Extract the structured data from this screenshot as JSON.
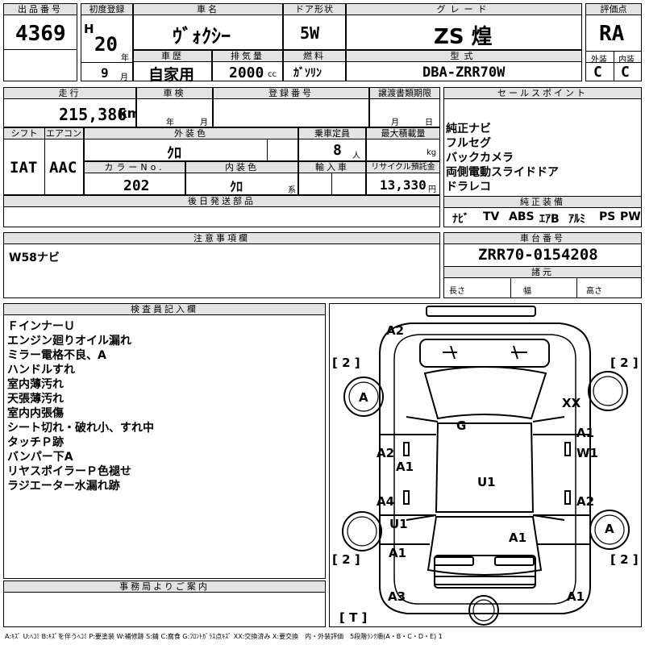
{
  "lot": {
    "label": "出品番号",
    "value": "4369"
  },
  "first_reg": {
    "label": "初度登録",
    "era": "H",
    "year": "20",
    "year_unit": "年",
    "month": "9",
    "month_unit": "月"
  },
  "car_name": {
    "label": "車名",
    "value": "ｳﾞｫｸｼｰ"
  },
  "door": {
    "label": "ドア形状",
    "value": "5W"
  },
  "grade": {
    "label": "グレード",
    "value": "ZS 煌"
  },
  "rating": {
    "label": "評価点",
    "value": "RA",
    "ext_label": "外装",
    "int_label": "内装",
    "ext": "C",
    "int": "C"
  },
  "history": {
    "label": "車歴",
    "value": "自家用"
  },
  "displacement": {
    "label": "排気量",
    "value": "2000",
    "unit": "cc"
  },
  "fuel": {
    "label": "燃料",
    "value": "ｶﾞｿﾘﾝ"
  },
  "model": {
    "label": "型式",
    "value": "DBA-ZRR70W"
  },
  "mileage": {
    "label": "走行",
    "value": "215,386",
    "unit": "km"
  },
  "inspection": {
    "label": "車検",
    "year_unit": "年",
    "month_unit": "月"
  },
  "reg_no": {
    "label": "登録番号"
  },
  "transfer": {
    "label": "譲渡書類期限",
    "month_unit": "月",
    "day_unit": "日"
  },
  "shift": {
    "label": "シフト",
    "value": "IAT"
  },
  "ac": {
    "label": "エアコン",
    "value": "AAC"
  },
  "ext_color": {
    "label": "外装色",
    "value": "ｸﾛ"
  },
  "capacity": {
    "label": "乗車定員",
    "value": "8",
    "unit": "人"
  },
  "max_load": {
    "label": "最大積載量",
    "unit": "kg"
  },
  "color_no": {
    "label": "カラーNo.",
    "value": "202"
  },
  "int_color": {
    "label": "内装色",
    "value": "ｸﾛ",
    "suffix": "系"
  },
  "import": {
    "label": "輸入車"
  },
  "recycle": {
    "label": "リサイクル預託金",
    "value": "13,330",
    "unit": "円"
  },
  "post_parts": {
    "label": "後日発送部品"
  },
  "sales": {
    "label": "セールスポイント",
    "items": [
      "純正ナビ",
      "フルセグ",
      "バックカメラ",
      "両側電動スライドドア",
      "ドラレコ"
    ]
  },
  "equip": {
    "label": "純正装備",
    "items": [
      "ﾅﾋﾞ",
      "TV",
      "ABS",
      "ｴｱB",
      "ｱﾙﾐ",
      "PS",
      "PW"
    ]
  },
  "notes": {
    "label": "注意事項欄",
    "text": "W58ナビ"
  },
  "chassis": {
    "label": "車台番号",
    "value": "ZRR70-0154208",
    "spec_label": "諸元",
    "length": "長さ",
    "width": "幅",
    "height": "高さ"
  },
  "inspector": {
    "label": "検査員記入欄",
    "lines": [
      "ＦインナーＵ",
      "エンジン廻りオイル漏れ",
      "ミラー電格不良、A",
      "ハンドルすれ",
      "室内薄汚れ",
      "天張薄汚れ",
      "室内内張傷",
      "シート切れ・破れ小、すれ中",
      "タッチＰ跡",
      "バンパー下A",
      "リヤスポイラーＰ色褪せ",
      "ラジエーター水漏れ跡"
    ]
  },
  "office": {
    "label": "事務局よりご案内"
  },
  "diagram": {
    "marks": {
      "a2_top": "A2",
      "br_fl": "[ 2 ]",
      "br_fr": "[ 2 ]",
      "tire_fl": "A",
      "xx": "XX",
      "g": "G",
      "a1_r1": "A1",
      "a2_l": "A2",
      "w1": "W1",
      "a1_l": "A1",
      "u1_c": "U1",
      "a4_l": "A4",
      "a2_r": "A2",
      "u1_l": "U1",
      "tire_rr": "A",
      "a1_c": "A1",
      "a1_l2": "A1",
      "br_rl": "[ 2 ]",
      "br_rr": "[ 2 ]",
      "a3": "A3",
      "a1_br": "A1",
      "t": "[ T ]"
    }
  },
  "legend": "A:ｷｽﾞ U:ﾍｺﾐ B:ｷｽﾞを伴うﾍｺﾐ P:要塗装 W:補修跡 S:錆 C:腐食 G:ﾌﾛﾝﾄｶﾞﾗｽ点ｷｽﾞ XX:交換済み X:要交換　内・外装評価　5段階ﾗﾝｸ順(A・B・C・D・E) 1"
}
